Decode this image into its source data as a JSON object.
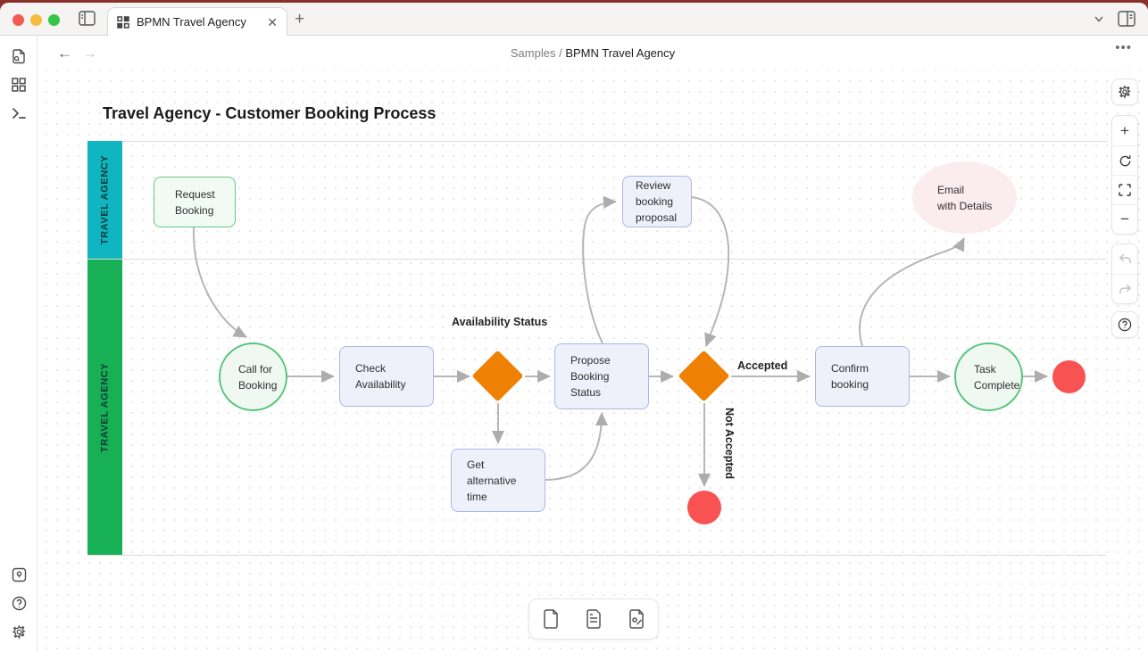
{
  "window": {
    "tab_title": "BPMN Travel Agency",
    "new_tab_label": "+",
    "close_tab_label": "✕"
  },
  "nav": {
    "back_label": "←",
    "forward_label": "→",
    "breadcrumb": {
      "parent": "Samples",
      "separator": "/",
      "current": "BPMN Travel Agency"
    },
    "more_label": "•••"
  },
  "diagram": {
    "title": "Travel Agency - Customer Booking Process",
    "lanes": [
      {
        "label": "TRAVEL AGENCY",
        "color": "#0fb5c0"
      },
      {
        "label": "TRAVEL AGENCY",
        "color": "#17b054"
      }
    ],
    "nodes": {
      "request_booking": {
        "label": "Request\nBooking",
        "type": "rounded-rect-green"
      },
      "call_for_booking": {
        "label": "Call for\nBooking",
        "type": "circle-green"
      },
      "check_availability": {
        "label": "Check\nAvailability",
        "type": "task"
      },
      "get_alternative_time": {
        "label": "Get\nalternative\ntime",
        "type": "task"
      },
      "propose_booking_status": {
        "label": "Propose\nBooking\nStatus",
        "type": "task"
      },
      "review_booking_proposal": {
        "label": "Review\nbooking\nproposal",
        "type": "task"
      },
      "confirm_booking": {
        "label": "Confirm\nbooking",
        "type": "task"
      },
      "task_complete": {
        "label": "Task\nComplete",
        "type": "circle-green"
      },
      "email_with_details": {
        "label": "Email\nwith Details",
        "type": "ellipse-pink"
      },
      "gateway_availability": {
        "label": "",
        "type": "diamond-orange"
      },
      "gateway_accepted": {
        "label": "",
        "type": "diamond-orange"
      },
      "end_not_accepted": {
        "label": "",
        "type": "end-circle-red"
      },
      "end_complete": {
        "label": "",
        "type": "end-circle-red"
      }
    },
    "edge_labels": {
      "availability_status": "Availability Status",
      "accepted": "Accepted",
      "not_accepted": "Not Accepted"
    },
    "edges": [
      {
        "from": "request_booking",
        "to": "call_for_booking"
      },
      {
        "from": "call_for_booking",
        "to": "check_availability"
      },
      {
        "from": "check_availability",
        "to": "gateway_availability",
        "label": "Availability Status"
      },
      {
        "from": "gateway_availability",
        "to": "propose_booking_status"
      },
      {
        "from": "gateway_availability",
        "to": "get_alternative_time"
      },
      {
        "from": "get_alternative_time",
        "to": "propose_booking_status"
      },
      {
        "from": "propose_booking_status",
        "to": "review_booking_proposal"
      },
      {
        "from": "review_booking_proposal",
        "to": "gateway_accepted"
      },
      {
        "from": "propose_booking_status",
        "to": "gateway_accepted"
      },
      {
        "from": "gateway_accepted",
        "to": "confirm_booking",
        "label": "Accepted"
      },
      {
        "from": "gateway_accepted",
        "to": "end_not_accepted",
        "label": "Not Accepted"
      },
      {
        "from": "confirm_booking",
        "to": "email_with_details"
      },
      {
        "from": "confirm_booking",
        "to": "task_complete"
      },
      {
        "from": "task_complete",
        "to": "end_complete"
      }
    ],
    "colors": {
      "gateway_orange": "#ee8103",
      "end_red": "#f95252",
      "task_fill": "#eef1fa",
      "task_border": "#a9b7e8",
      "green_fill": "#f1faf3",
      "green_border": "#5ac57d",
      "pink_fill": "#fbecee",
      "edge_gray": "#b6b6b6"
    }
  },
  "left_rail": {
    "items": [
      "document-search",
      "blocks",
      "terminal",
      "tips",
      "help",
      "settings"
    ]
  },
  "right_toolbar": {
    "buttons": [
      "settings",
      "zoom-in",
      "reset-view",
      "fit-screen",
      "zoom-out",
      "undo",
      "redo",
      "help"
    ],
    "zoom_in_label": "+",
    "zoom_out_label": "−",
    "help_label": "?"
  },
  "bottom_toolbar": {
    "buttons": [
      "new-file",
      "text-file",
      "image-file"
    ]
  }
}
